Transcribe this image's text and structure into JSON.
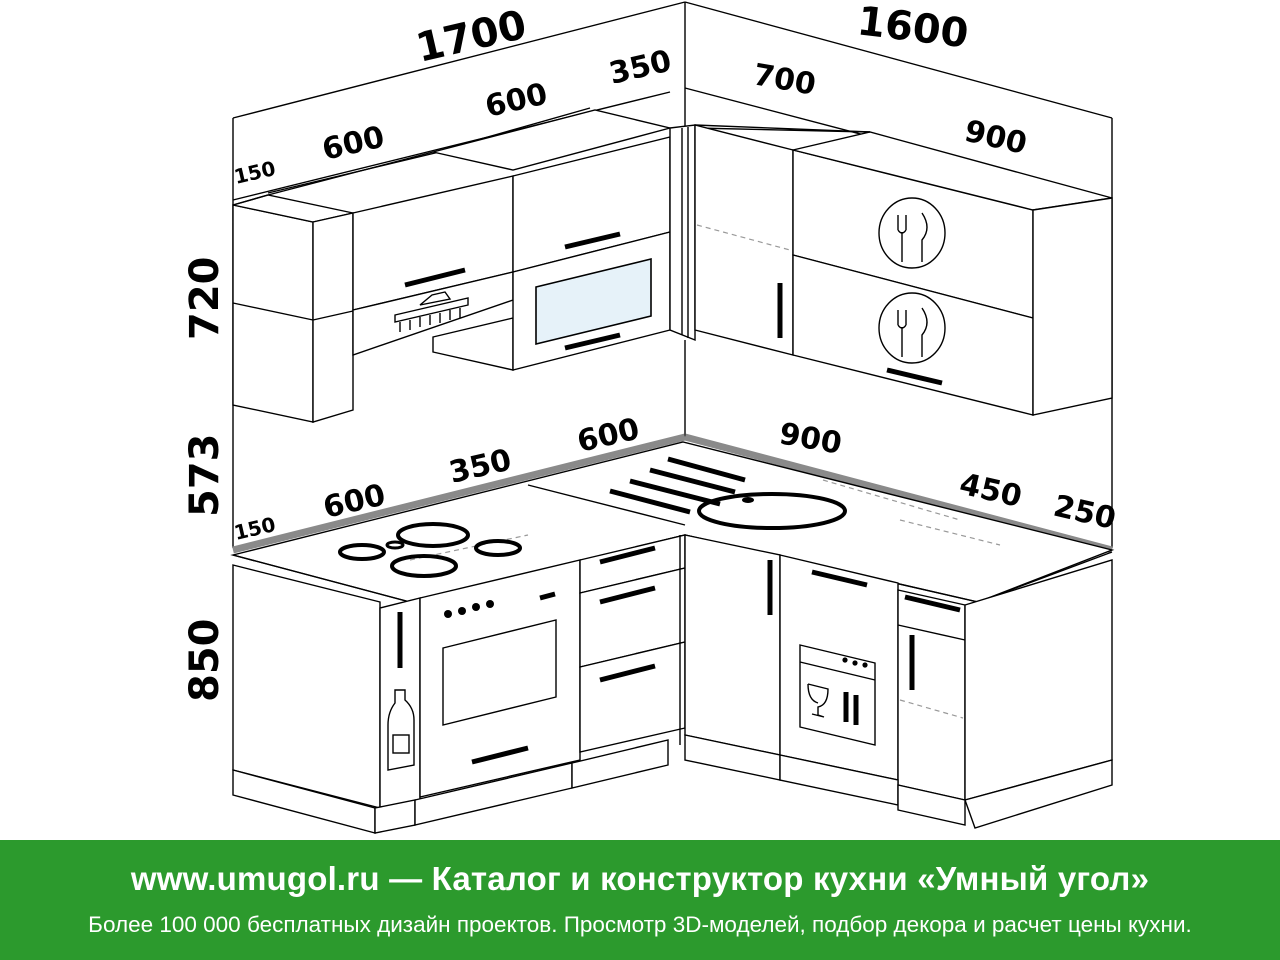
{
  "dimensions": {
    "upper_total_left": "1700",
    "upper_total_right": "1600",
    "upper_left_end": "150",
    "upper_left_600a": "600",
    "upper_left_600b": "600",
    "upper_left_350": "350",
    "upper_right_700": "700",
    "upper_right_900": "900",
    "height_upper": "720",
    "height_gap": "573",
    "height_base": "850",
    "base_left_end": "150",
    "base_left_600a": "600",
    "base_left_350": "350",
    "base_left_600b": "600",
    "base_right_900": "900",
    "base_right_450": "450",
    "base_right_250": "250"
  },
  "icons": [
    "hood-icon",
    "microwave-icon",
    "dish-rack-icon",
    "cooktop-icon",
    "oven-icon",
    "sink-icon",
    "dishwasher-icon",
    "bottle-rack-icon"
  ],
  "banner": {
    "title": "www.umugol.ru — Каталог и конструктор кухни «Умный угол»",
    "subtitle": "Более 100 000 бесплатных дизайн проектов. Просмотр 3D-моделей, подбор декора и расчет цены кухни.",
    "color": "#2c9a2d"
  }
}
